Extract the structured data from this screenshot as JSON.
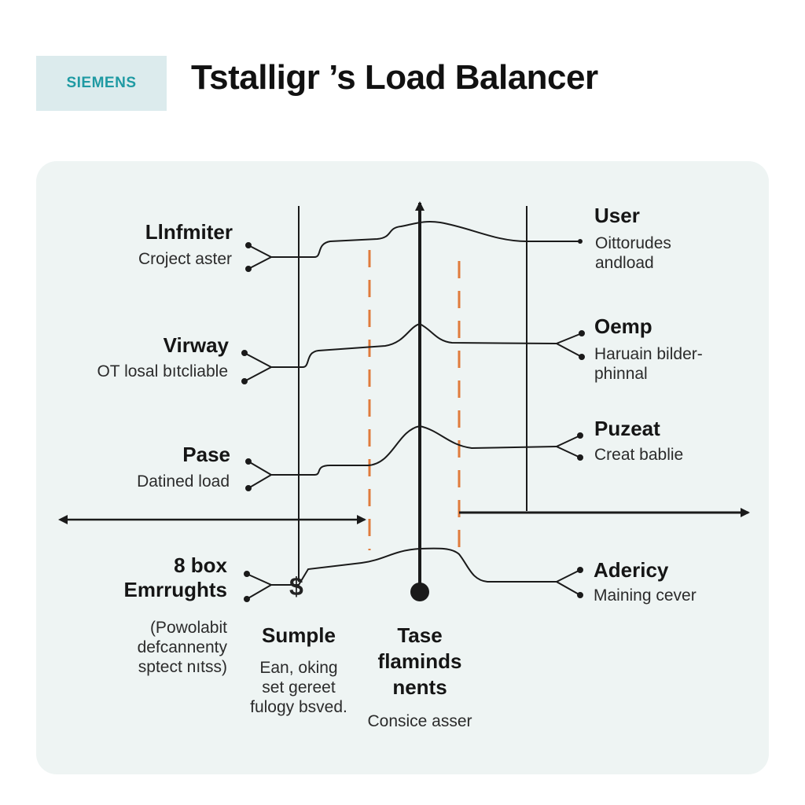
{
  "logo": {
    "text": "SIEMENS"
  },
  "title": "Tstalligr ’s Load Balancer",
  "left_nodes": [
    {
      "title": "Llnfmiter",
      "subtitle": "Croject aster"
    },
    {
      "title": "Virway",
      "subtitle": "OT losal bıtcliable"
    },
    {
      "title": "Pase",
      "subtitle": "Datined load"
    },
    {
      "title": "8 box\nEmrrughts",
      "subtitle": ""
    }
  ],
  "right_nodes": [
    {
      "title": "User",
      "subtitle": "Oittorudes\nandload"
    },
    {
      "title": "Oemp",
      "subtitle": "Haruain bilder-\nphinnal"
    },
    {
      "title": "Puzeat",
      "subtitle": "Creat bablie"
    },
    {
      "title": "Adericy",
      "subtitle": "Maining cever"
    }
  ],
  "bottom_labels": {
    "left_note": "(Powolabit\ndefcannenty\nsptect nıtss)",
    "center_left_title": "Sumple",
    "center_left_sub": "Ean, oking\nset gereet\nfulogy bsved.",
    "center_title": "Tase\nflaminds\nnents",
    "center_sub": "Consice asser"
  },
  "symbols": {
    "dollar": "$"
  },
  "colors": {
    "accent_teal": "#1f9aa3",
    "dashed_orange": "#e07b3c",
    "panel_bg": "#eef4f3",
    "line": "#1a1a1a"
  }
}
